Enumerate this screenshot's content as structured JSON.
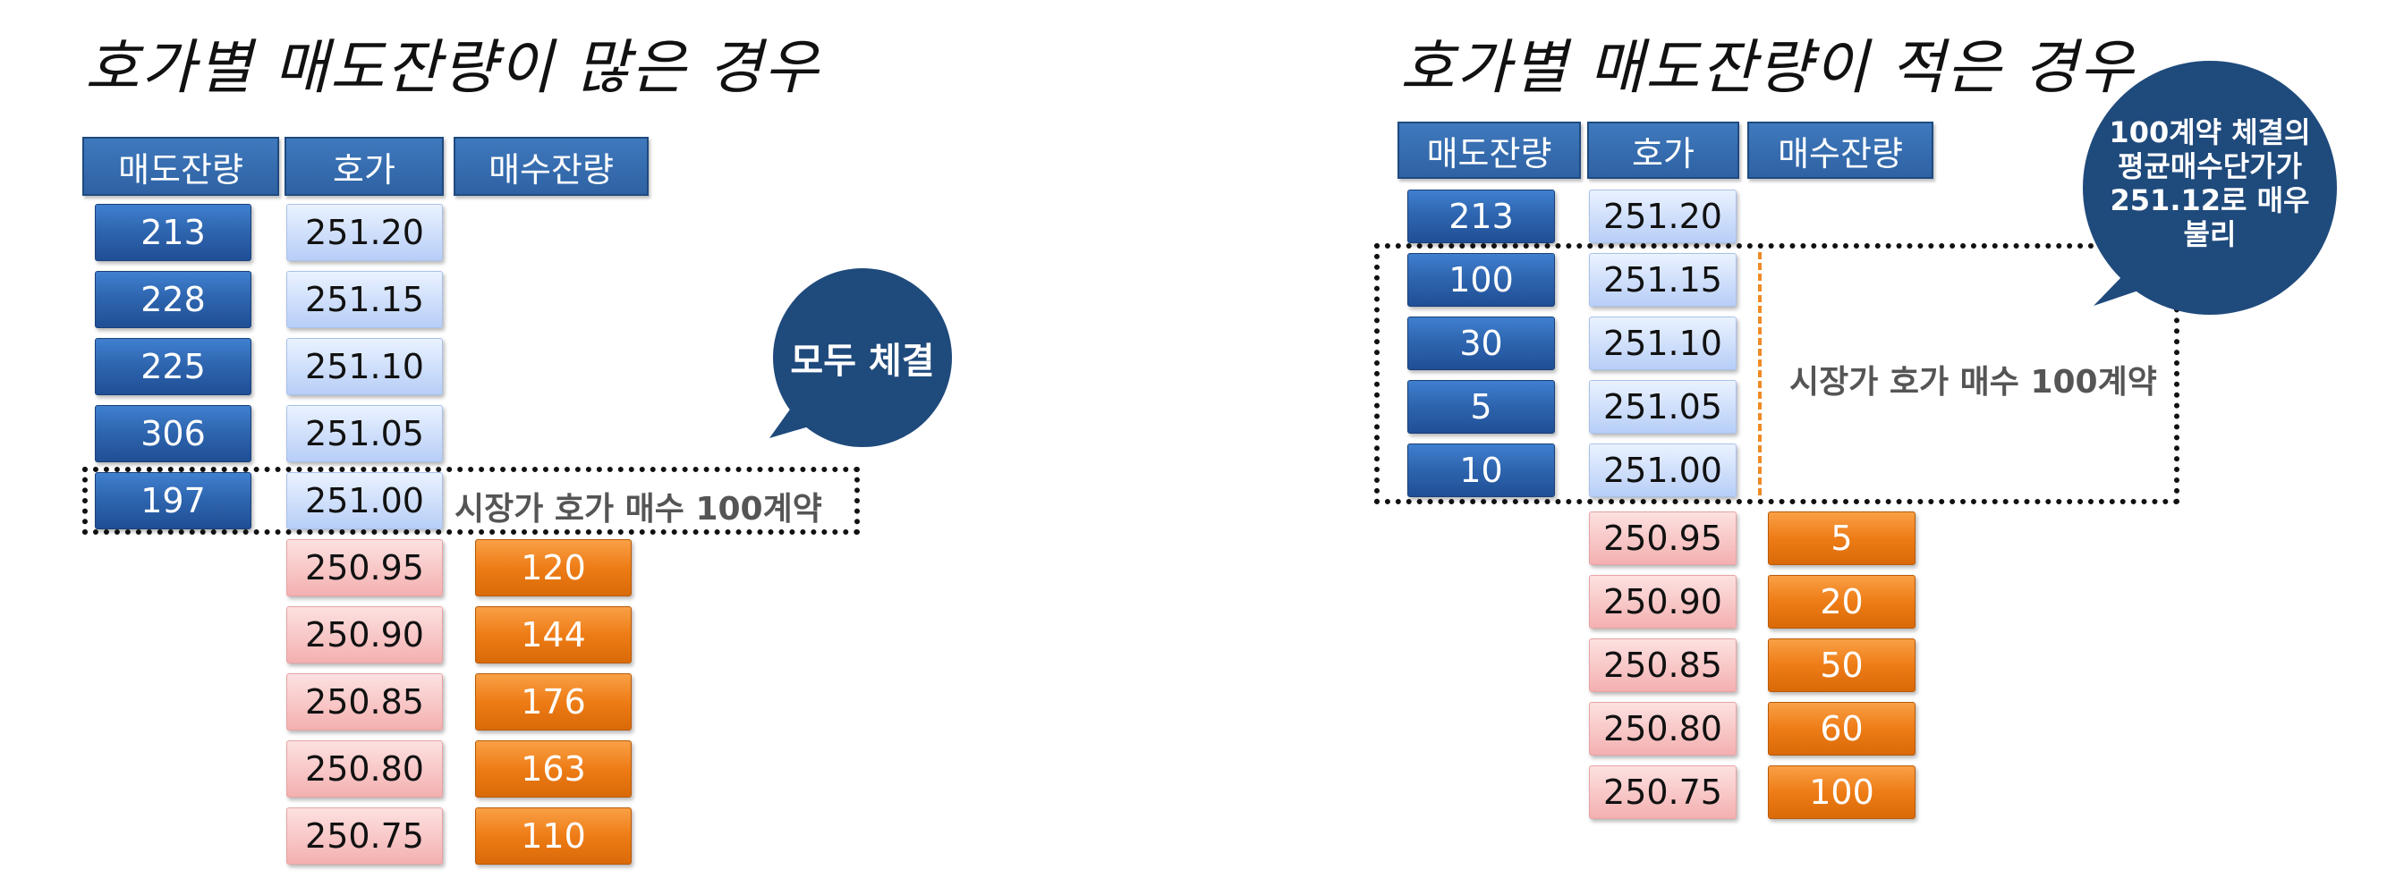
{
  "left": {
    "title": "호가별 매도잔량이 많은 경우",
    "headers": [
      "매도잔량",
      "호가",
      "매수잔량"
    ],
    "sell_volumes": [
      "213",
      "228",
      "225",
      "306",
      "197"
    ],
    "sell_prices": [
      "251.20",
      "251.15",
      "251.10",
      "251.05",
      "251.00"
    ],
    "buy_prices": [
      "250.95",
      "250.90",
      "250.85",
      "250.80",
      "250.75"
    ],
    "buy_volumes": [
      "120",
      "144",
      "176",
      "163",
      "110"
    ],
    "order_note": "시장가 호가 매수 100계약",
    "bubble": "모두 체결"
  },
  "right": {
    "title": "호가별 매도잔량이 적은 경우",
    "headers": [
      "매도잔량",
      "호가",
      "매수잔량"
    ],
    "sell_volumes": [
      "213",
      "100",
      "30",
      "5",
      "10"
    ],
    "sell_prices": [
      "251.20",
      "251.15",
      "251.10",
      "251.05",
      "251.00"
    ],
    "buy_prices": [
      "250.95",
      "250.90",
      "250.85",
      "250.80",
      "250.75"
    ],
    "buy_volumes": [
      "5",
      "20",
      "50",
      "60",
      "100"
    ],
    "order_note": "시장가 호가 매수 100계약",
    "bubble": "100계약 체결의 평균매수단가가 251.12로 매우 불리"
  },
  "colors": {
    "sell_blue": "#2f66b0",
    "price_blue": "#b7cef7",
    "price_pink": "#f4b0b0",
    "buy_orange": "#ee7c16",
    "bubble_navy": "#1f4a7c",
    "dash_orange": "#f08a24"
  }
}
